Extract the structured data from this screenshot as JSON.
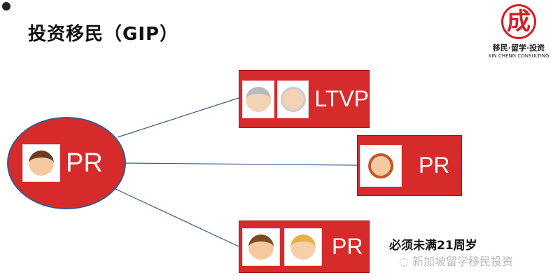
{
  "title": "投资移民（GIP）",
  "logo": {
    "seal": "成",
    "line1": "移民·留学·投资",
    "line2": "XIN CHENG CONSULTING"
  },
  "main_node": {
    "label": "PR",
    "icon": "boy-avatar"
  },
  "branches": [
    {
      "label": "LTVP",
      "icons": [
        "grandmother-avatar",
        "grandfather-avatar"
      ]
    },
    {
      "label": "PR",
      "icons": [
        "woman-avatar"
      ]
    },
    {
      "label": "PR",
      "icons": [
        "girl-avatar",
        "child-avatar"
      ]
    }
  ],
  "note": "必须未满21周岁",
  "watermark": "新加坡留学移民投资",
  "colors": {
    "red": "#d72a2a",
    "line": "#3a5a8a"
  }
}
